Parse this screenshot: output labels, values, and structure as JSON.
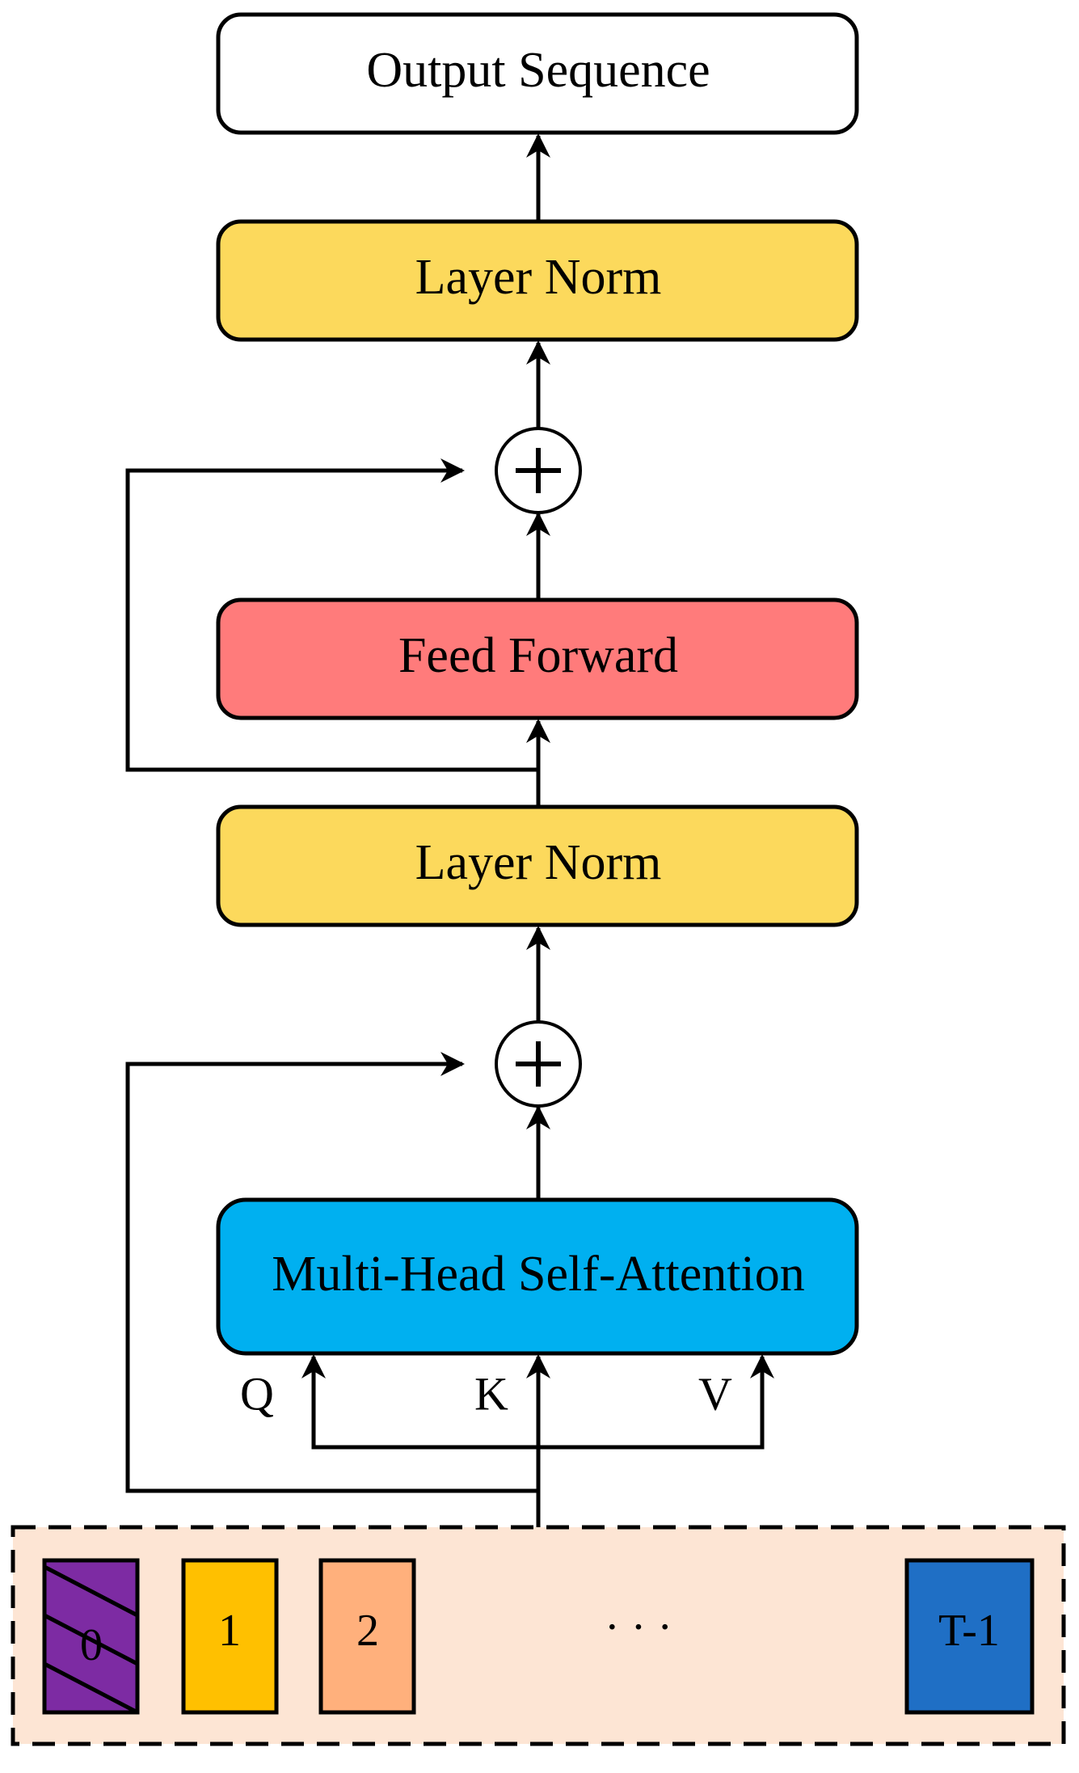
{
  "blocks": {
    "output": {
      "label": "Output Sequence",
      "fill": "#FFFFFF"
    },
    "norm_top": {
      "label": "Layer Norm",
      "fill": "#FCD95C"
    },
    "feed_forward": {
      "label": "Feed Forward",
      "fill": "#FF7B7B"
    },
    "norm_mid": {
      "label": "Layer Norm",
      "fill": "#FCD95C"
    },
    "attention": {
      "label": "Multi-Head Self-Attention",
      "fill": "#00B0F0"
    }
  },
  "adders": {
    "top": {
      "symbol": "+"
    },
    "bottom": {
      "symbol": "+"
    }
  },
  "qkv": {
    "q": "Q",
    "k": "K",
    "v": "V"
  },
  "input_sequence": {
    "panel_fill": "#FDE5D4",
    "tokens": [
      {
        "label": "0",
        "fill": "#7D2BA3",
        "hatched": true
      },
      {
        "label": "1",
        "fill": "#FFC000",
        "hatched": false
      },
      {
        "label": "2",
        "fill": "#FFB07C",
        "hatched": false
      },
      {
        "label": "T-1",
        "fill": "#1F6FC5",
        "hatched": false
      }
    ],
    "ellipsis": "· · ·"
  }
}
